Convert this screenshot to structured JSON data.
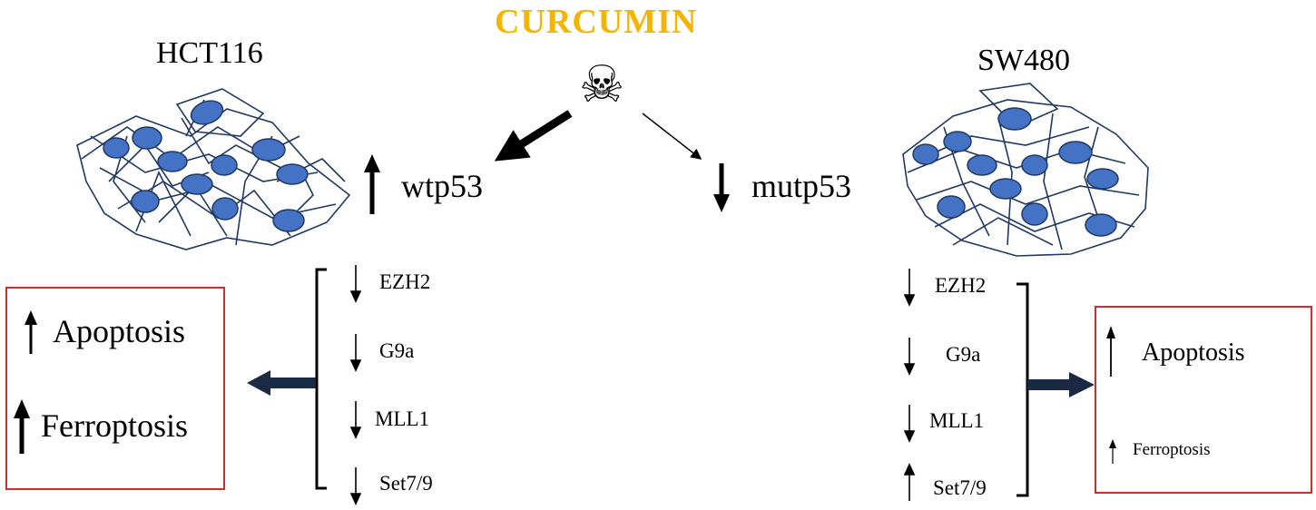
{
  "title": "CURCUMIN",
  "colors": {
    "title": "#f4b400",
    "nucleus": "#4472c4",
    "cell_outline": "#1f3864",
    "box_border": "#d42a2a",
    "block_arrow": "#1b2a44"
  },
  "left": {
    "cell_line": "HCT116",
    "p53": {
      "label": "wtp53",
      "direction": "up"
    },
    "genes": [
      {
        "label": "EZH2",
        "direction": "down"
      },
      {
        "label": "G9a",
        "direction": "down"
      },
      {
        "label": "MLL1",
        "direction": "down"
      },
      {
        "label": "Set7/9",
        "direction": "down"
      }
    ],
    "outcomes": [
      {
        "label": "Apoptosis",
        "direction": "up"
      },
      {
        "label": "Ferroptosis",
        "direction": "up"
      }
    ]
  },
  "right": {
    "cell_line": "SW480",
    "p53": {
      "label": "mutp53",
      "direction": "down"
    },
    "genes": [
      {
        "label": "EZH2",
        "direction": "down"
      },
      {
        "label": "G9a",
        "direction": "down"
      },
      {
        "label": "MLL1",
        "direction": "down"
      },
      {
        "label": "Set7/9",
        "direction": "up"
      }
    ],
    "outcomes": [
      {
        "label": "Apoptosis",
        "direction": "up"
      },
      {
        "label": "Ferroptosis",
        "direction": "up"
      }
    ]
  },
  "icons": {
    "toxicity": "skull-crossbones-icon"
  }
}
